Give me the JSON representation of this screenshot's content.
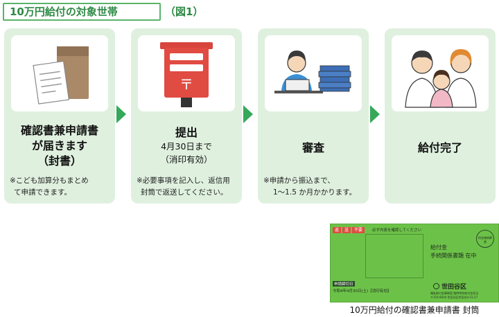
{
  "header": {
    "title": "10万円給付の対象世帯",
    "figure_label": "（図1）"
  },
  "steps": [
    {
      "title_lines": [
        "確認書兼申請書",
        "が届きます",
        "（封書）"
      ],
      "note_lines": [
        "※こども加算分もまとめ",
        "て申請できます。"
      ],
      "icon": "envelope-document-icon"
    },
    {
      "title": "提出",
      "sub_lines": [
        "4月30日まで",
        "（消印有効）"
      ],
      "note_lines": [
        "※必要事項を記入し、返信用",
        "封筒で返送してください。"
      ],
      "icon": "mailbox-icon"
    },
    {
      "title": "審査",
      "note_lines": [
        "※申請から振込まで、",
        "1～1.5 か月かかります。"
      ],
      "icon": "office-worker-icon"
    },
    {
      "title": "給付完了",
      "icon": "happy-family-icon"
    }
  ],
  "envelope": {
    "caption": "10万円給付の確認書兼申請書 封筒",
    "heading": "給付金",
    "line2": "手続関係書類 在中",
    "sender": "世田谷区",
    "stamp": "料金後納郵便",
    "top_tags": [
      "返",
      "送",
      "不要"
    ],
    "small_note": "必ず内容を確認してください",
    "bottom_label": "申請締切日",
    "deadline": "令和4年4月30日(土)【消印有効】",
    "address_lines": [
      "福祉給付金事務室 臨時特別給付金担当",
      "〒154-8504 世田谷区世田谷4-21-27"
    ],
    "colors": {
      "envelope_green": "#6cc248",
      "accent_green": "#35a85a",
      "card_bg": "#dff0df"
    }
  }
}
